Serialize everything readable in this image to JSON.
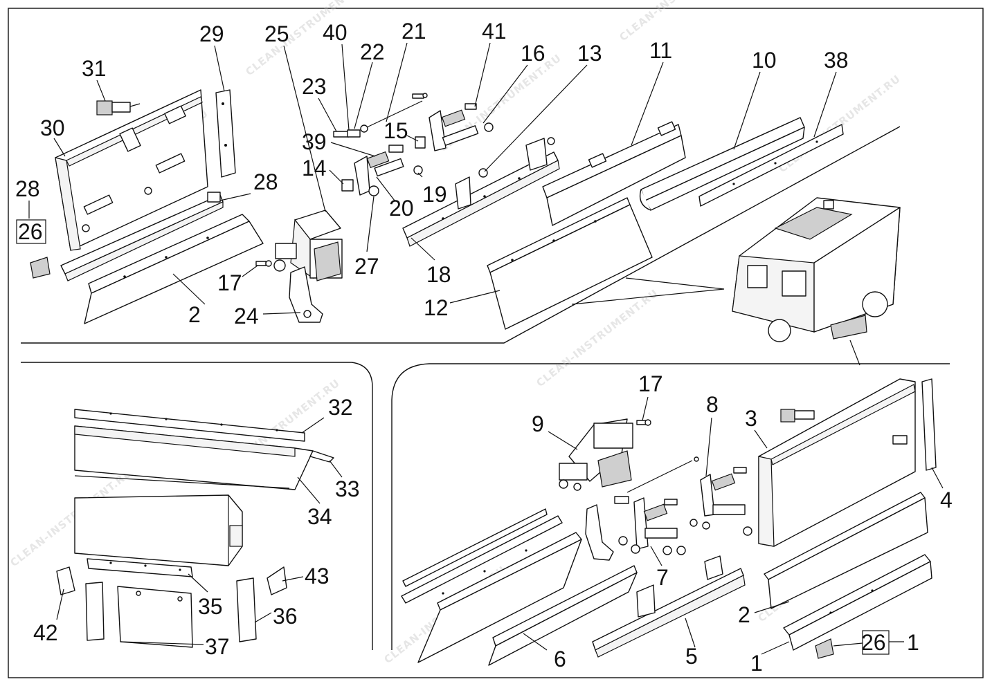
{
  "watermark": "CLEAN-INSTRUMENT.RU",
  "callouts": {
    "c29": "29",
    "c25": "25",
    "c40": "40",
    "c21": "21",
    "c41": "41",
    "c22": "22",
    "c16": "16",
    "c13": "13",
    "c11": "11",
    "c10": "10",
    "c38": "38",
    "c31": "31",
    "c23": "23",
    "c30": "30",
    "c15": "15",
    "c39": "39",
    "c14": "14",
    "c28a": "28",
    "c28b": "28",
    "c26a": "26",
    "c19": "19",
    "c20": "20",
    "c17a": "17",
    "c27": "27",
    "c18": "18",
    "c2a": "2",
    "c24": "24",
    "c12": "12",
    "c32": "32",
    "c33": "33",
    "c34": "34",
    "c42": "42",
    "c43": "43",
    "c35": "35",
    "c36": "36",
    "c37": "37",
    "c17b": "17",
    "c9": "9",
    "c8": "8",
    "c3": "3",
    "c4": "4",
    "c7": "7",
    "c2b": "2",
    "c6": "6",
    "c5": "5",
    "c1a": "1",
    "c26b": "26",
    "c1b": "1"
  }
}
